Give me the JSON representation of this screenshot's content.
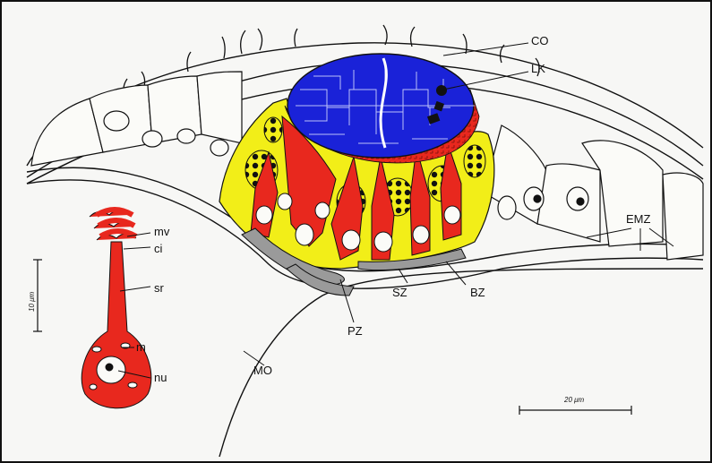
{
  "labels": {
    "co": "CO",
    "lk": "LK",
    "emz": "EMZ",
    "bz": "BZ",
    "sz": "SZ",
    "pz": "PZ",
    "mo": "MO",
    "mv": "mv",
    "ci": "ci",
    "sr": "sr",
    "m": "m",
    "nu": "nu"
  },
  "scale_bars": {
    "left": "10 μm",
    "right": "20 μm"
  },
  "colors": {
    "statolith": "#1a22d8",
    "receptor_cell": "#e8281e",
    "support_fill": "#f2ee18",
    "basal_cells": "#9a9a9a",
    "outline": "#111111"
  }
}
